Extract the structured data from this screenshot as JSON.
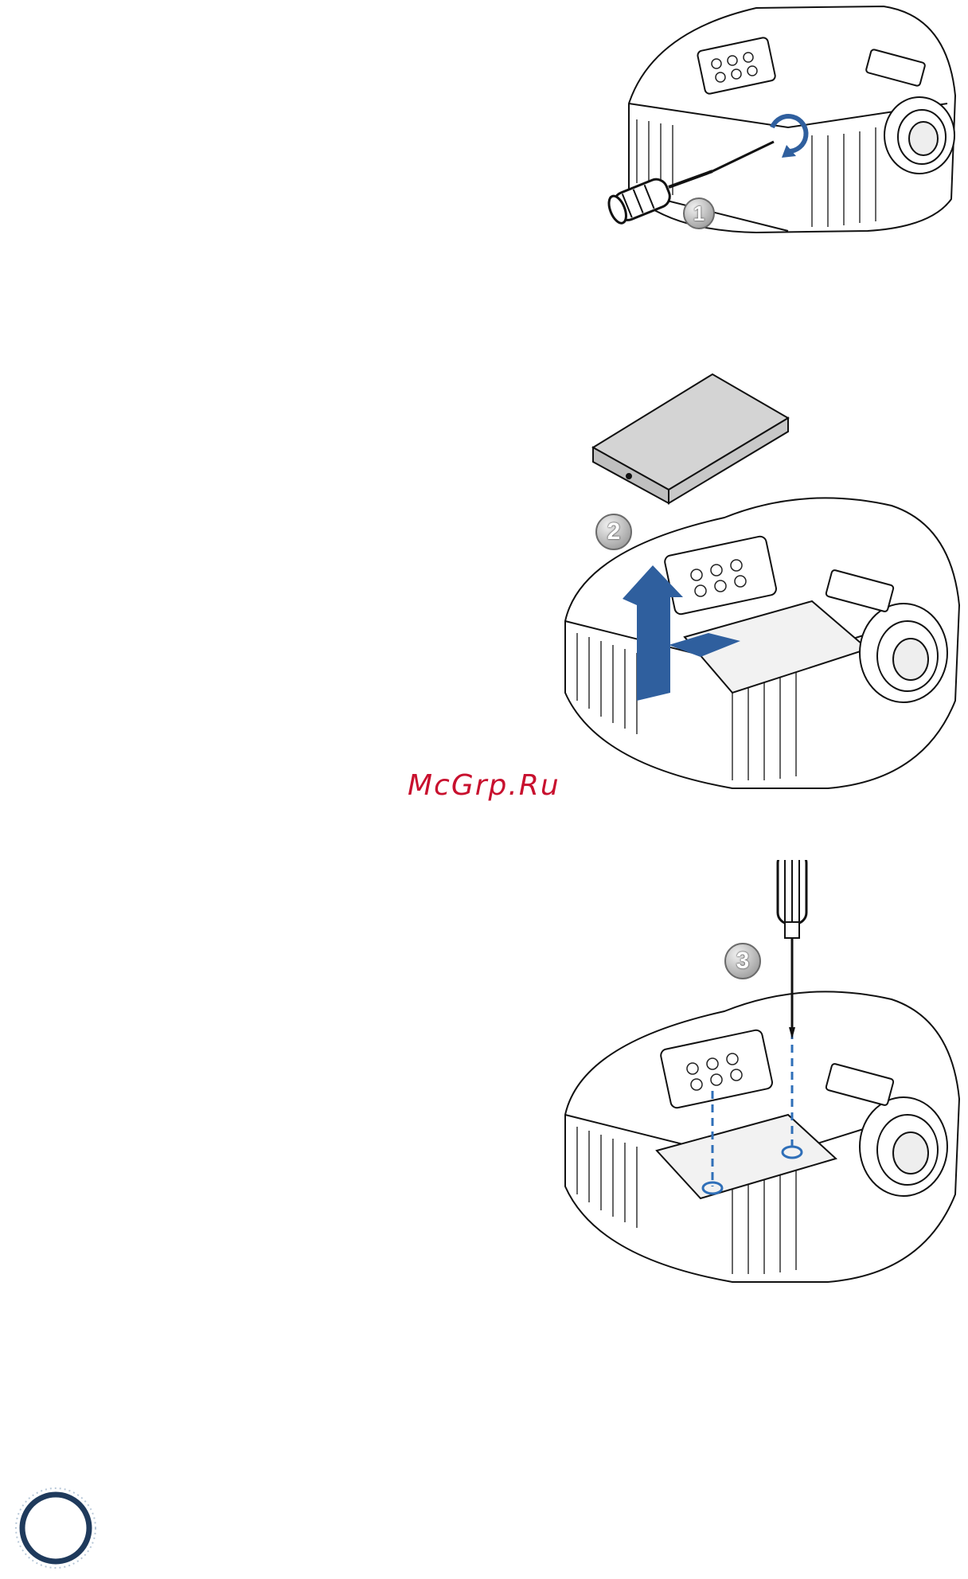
{
  "steps": [
    {
      "number": "1"
    },
    {
      "number": "2"
    },
    {
      "number": "3"
    }
  ],
  "watermark": "McGrp.Ru",
  "colors": {
    "arrow": "#2f5f9e",
    "dashed_line": "#2f6fb8",
    "watermark": "#c8102e"
  },
  "icons": [
    "screwdriver-icon",
    "projector-icon",
    "lamp-cover-icon",
    "lift-arrow-icon",
    "rotate-arrow-icon",
    "page-ring-icon"
  ]
}
